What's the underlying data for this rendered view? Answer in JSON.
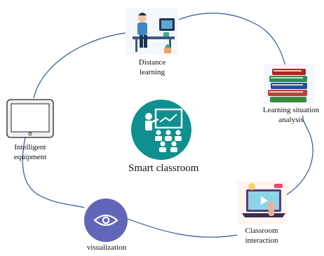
{
  "diagram": {
    "center": {
      "title": "Smart classroom",
      "icon": "teacher-presentation-icon",
      "color": "#0f8f8f"
    },
    "nodes": [
      {
        "id": "distance",
        "lines": [
          "Distance",
          "learning"
        ],
        "icon": "remote-learning-desk-icon"
      },
      {
        "id": "analysis",
        "lines": [
          "Learning situation",
          "analysis"
        ],
        "icon": "book-stack-icon"
      },
      {
        "id": "interaction",
        "lines": [
          "Classroom",
          "interaction"
        ],
        "icon": "laptop-video-icon"
      },
      {
        "id": "visualization",
        "lines": [
          "visualization"
        ],
        "icon": "eye-icon",
        "color": "#6166b8"
      },
      {
        "id": "equipment",
        "lines": [
          "Intelligent",
          "equipment"
        ],
        "icon": "tablet-icon"
      }
    ],
    "loop_color": "#2f5597"
  }
}
